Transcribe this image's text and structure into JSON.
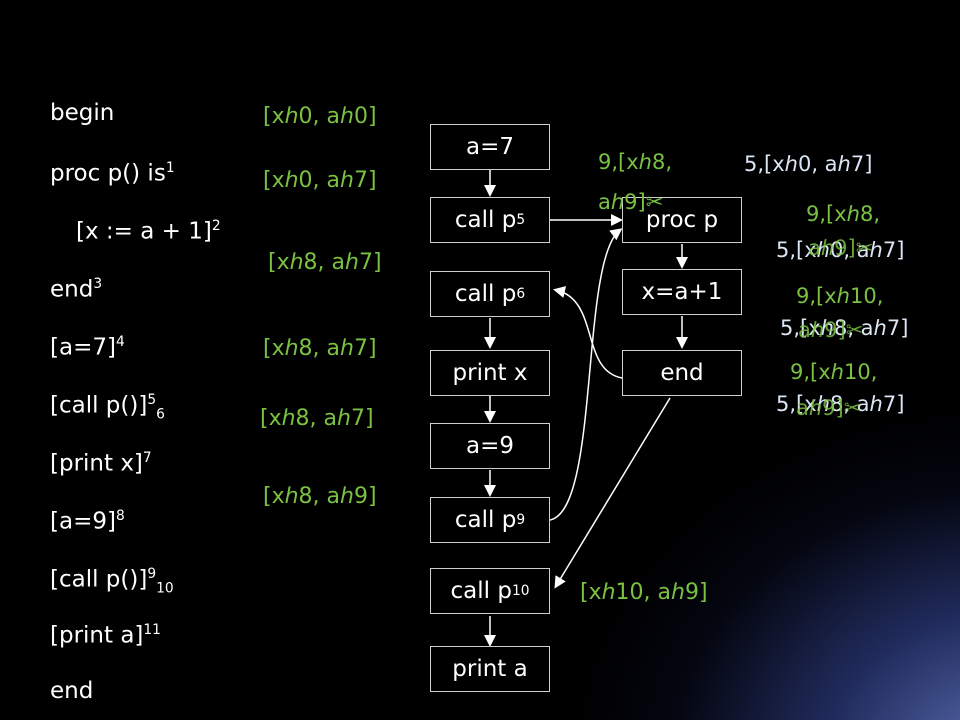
{
  "program": [
    {
      "text": "begin",
      "sup": "",
      "sub": ""
    },
    {
      "text": "proc p() is",
      "sup": "1",
      "sub": ""
    },
    {
      "text": "[x := a + 1]",
      "sup": "2",
      "sub": ""
    },
    {
      "text": "end",
      "sup": "3",
      "sub": ""
    },
    {
      "text": "[a=7]",
      "sup": "4",
      "sub": ""
    },
    {
      "text": "[call p()]",
      "sup": "5",
      "sub": "6"
    },
    {
      "text": "[print x]",
      "sup": "7",
      "sub": ""
    },
    {
      "text": "[a=9]",
      "sup": "8",
      "sub": ""
    },
    {
      "text": "[call p()]",
      "sup": "9",
      "sub": "10"
    },
    {
      "text": "[print a]",
      "sup": "11",
      "sub": ""
    },
    {
      "text": "end",
      "sup": "",
      "sub": ""
    }
  ],
  "main_nodes": [
    {
      "label": "a=7",
      "sup": ""
    },
    {
      "label": "call p",
      "sup": "5"
    },
    {
      "label": "call p",
      "sup": "6"
    },
    {
      "label": "print x",
      "sup": ""
    },
    {
      "label": "a=9",
      "sup": ""
    },
    {
      "label": "call p",
      "sup": "9"
    },
    {
      "label": "call p",
      "sup": "10"
    },
    {
      "label": "print a",
      "sup": ""
    }
  ],
  "proc_nodes": [
    {
      "label": "proc p"
    },
    {
      "label": "x=a+1"
    },
    {
      "label": "end"
    }
  ],
  "left_states": [
    "[xℎ0, aℎ0]",
    "[xℎ0, aℎ7]",
    "[xℎ8, aℎ7]",
    "[xℎ8, aℎ7]",
    "[xℎ8, aℎ7]",
    "[xℎ8, aℎ9]"
  ],
  "call10_state": "[xℎ10, aℎ9]",
  "proc_entry_states": {
    "green": "9,[xℎ8,",
    "green2": "aℎ9]✂",
    "light": "5,[xℎ0, aℎ7]"
  },
  "right_states": [
    {
      "green": "9,[xℎ8,",
      "light": "5,[xℎ0, aℎ7]",
      "green2": "aℎ9]✂"
    },
    {
      "green": "9,[xℎ10,",
      "light": "5,[xℎ8, aℎ7]",
      "green2": "aℎ9]✂"
    },
    {
      "green": "9,[xℎ10,",
      "light": "5,[xℎ8, aℎ7]",
      "green2": "aℎ9]✂"
    }
  ]
}
